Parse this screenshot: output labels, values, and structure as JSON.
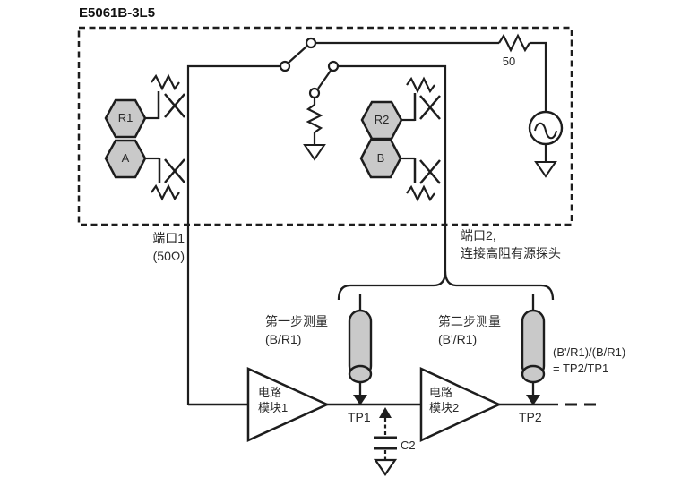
{
  "colors": {
    "line": "#1d1d1d",
    "component_fill": "#c9c9c9",
    "background": "#ffffff"
  },
  "title": "E5061B-3L5",
  "analyzer": {
    "receivers": [
      {
        "label": "R1"
      },
      {
        "label": "A"
      },
      {
        "label": "R2"
      },
      {
        "label": "B"
      }
    ],
    "source_impedance_label": "50"
  },
  "ports": {
    "port1": {
      "line1": "端口1",
      "line2": "(50Ω)"
    },
    "port2": {
      "line1": "端口2,",
      "line2": "连接高阻有源探头"
    }
  },
  "measurements": {
    "step1": {
      "line1": "第一步测量",
      "line2": "(B/R1)"
    },
    "step2": {
      "line1": "第二步测量",
      "line2": "(B'/R1)"
    },
    "result": {
      "line1": "(B'/R1)/(B/R1)",
      "line2": "= TP2/TP1"
    }
  },
  "circuit": {
    "block1": {
      "line1": "电路",
      "line2": "模块1"
    },
    "block2": {
      "line1": "电路",
      "line2": "模块2"
    },
    "testpoint1": "TP1",
    "testpoint2": "TP2",
    "capacitor": "C2"
  }
}
